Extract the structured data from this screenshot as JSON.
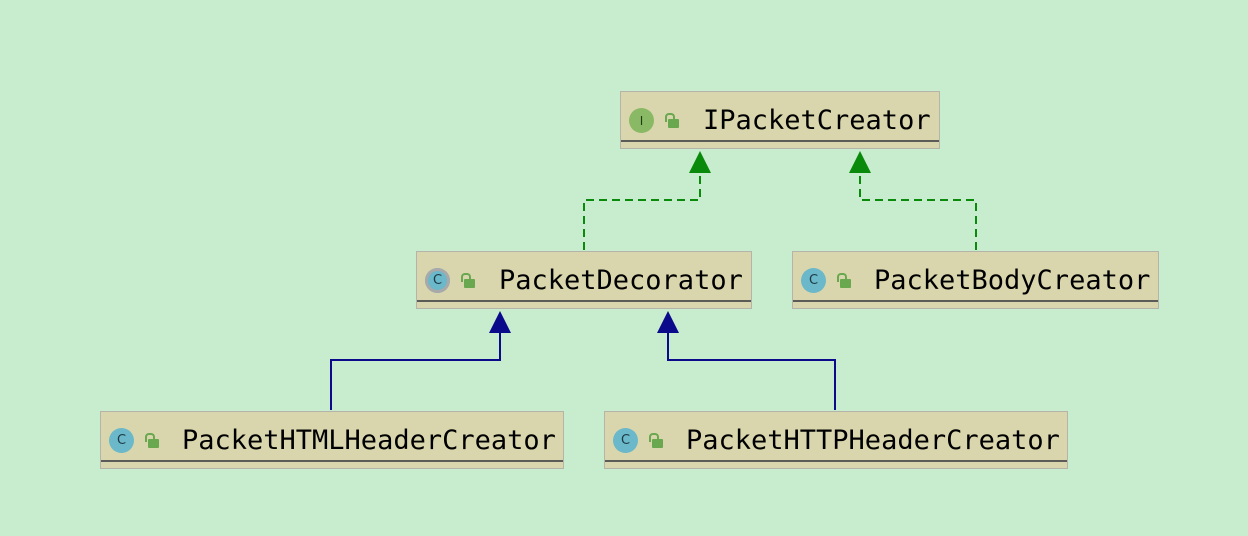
{
  "diagram": {
    "nodes": [
      {
        "id": "ipacketcreator",
        "kind": "interface",
        "badge": "I",
        "label": "IPacketCreator"
      },
      {
        "id": "packetdecorator",
        "kind": "abstract-class",
        "badge": "C",
        "label": "PacketDecorator"
      },
      {
        "id": "packetbodycreator",
        "kind": "class",
        "badge": "C",
        "label": "PacketBodyCreator"
      },
      {
        "id": "packethtmlheadercreator",
        "kind": "class",
        "badge": "C",
        "label": "PacketHTMLHeaderCreator"
      },
      {
        "id": "packethttpheadercreator",
        "kind": "class",
        "badge": "C",
        "label": "PacketHTTPHeaderCreator"
      }
    ],
    "edges": [
      {
        "from": "packetdecorator",
        "to": "ipacketcreator",
        "type": "implements"
      },
      {
        "from": "packetbodycreator",
        "to": "ipacketcreator",
        "type": "implements"
      },
      {
        "from": "packethtmlheadercreator",
        "to": "packetdecorator",
        "type": "extends"
      },
      {
        "from": "packethttpheadercreator",
        "to": "packetdecorator",
        "type": "extends"
      }
    ],
    "colors": {
      "background": "#c7ecce",
      "node_fill": "#d9d6ad",
      "implements_edge": "#0a8a0a",
      "extends_edge": "#0a0a8a",
      "interface_badge": "#89b964",
      "class_badge": "#6ab8c9",
      "public_lock": "#6aa84f"
    },
    "icons": {
      "interface_badge": "interface-icon",
      "class_badge": "class-icon",
      "abstract_class_badge": "abstract-class-icon",
      "visibility": "public-lock-icon"
    }
  }
}
